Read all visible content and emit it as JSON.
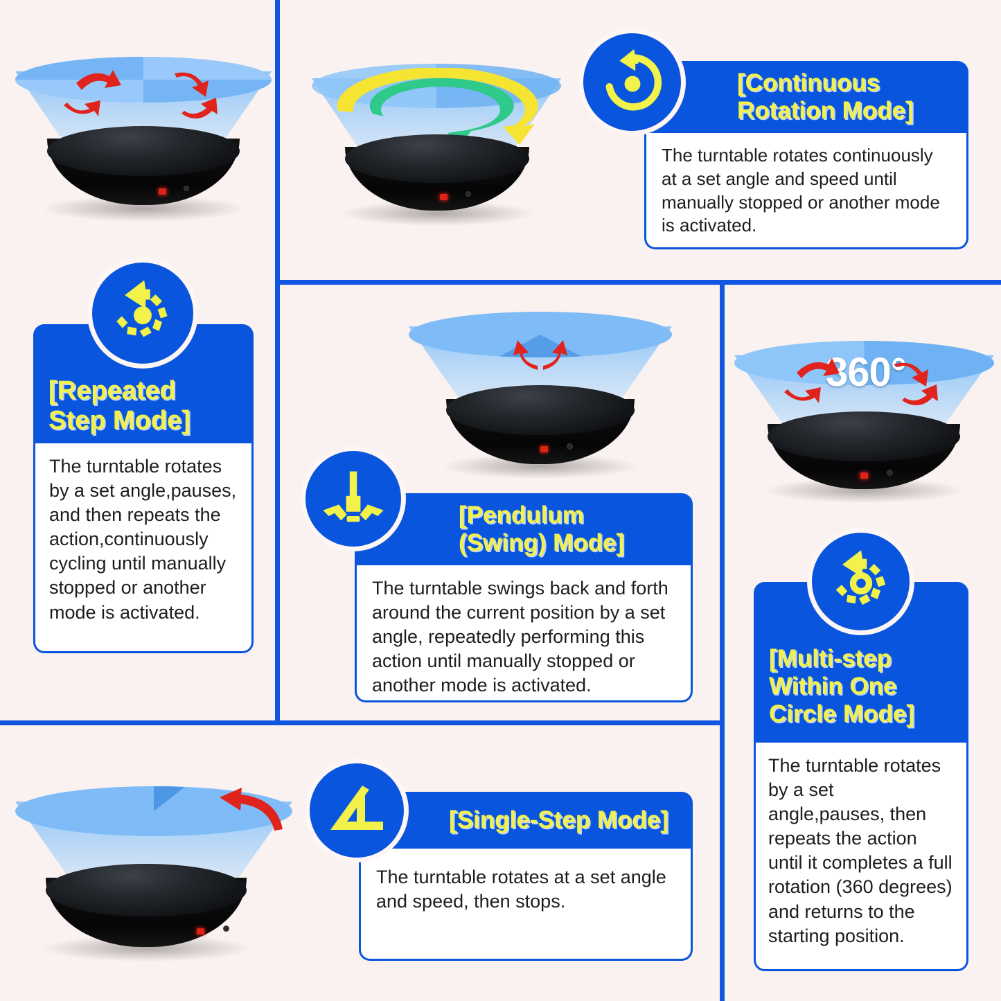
{
  "theme": {
    "background": "#faf2f0",
    "grid_line": "#1156e0",
    "card_blue": "#0a55dd",
    "title_yellow": "#f2f24a",
    "body_text": "#1d1d1d",
    "cone_blue": "#7fbcf7",
    "arrow_red": "#e0231c",
    "arrow_green": "#2fc98a",
    "arrow_yellow": "#f5e432"
  },
  "panels": {
    "quad_arrows": {
      "name": "four-red-arrows-turntable"
    },
    "circular_arrows": {
      "name": "green-yellow-circular-arrows-turntable"
    },
    "pendulum": {
      "name": "two-red-swing-arrows-turntable"
    },
    "full_circle": {
      "name": "360-degree-red-arrows-turntable",
      "label": "360°"
    },
    "single_step": {
      "name": "single-wedge-red-arrow-turntable"
    }
  },
  "cards": [
    {
      "id": "continuous-rotation",
      "icon": "continuous-rotation-icon",
      "title": "[Continuous\nRotation Mode]",
      "title_lines": [
        "[Continuous",
        "Rotation Mode]"
      ],
      "description": "The turntable rotates continuously at a set angle and speed until manually stopped or another mode is activated."
    },
    {
      "id": "repeated-step",
      "icon": "repeated-step-icon",
      "title": "[Repeated\nStep Mode]",
      "title_lines": [
        "[Repeated",
        "Step Mode]"
      ],
      "description": "The turntable rotates by a set angle,pauses, and then repeats the action,continuously cycling until manually stopped or another mode is activated."
    },
    {
      "id": "pendulum-swing",
      "icon": "pendulum-swing-icon",
      "title": "[Pendulum\n(Swing) Mode]",
      "title_lines": [
        "[Pendulum",
        "(Swing) Mode]"
      ],
      "description": "The turntable swings back and forth around the current position by a set angle, repeatedly performing this action until manually stopped or another mode is activated."
    },
    {
      "id": "multi-step-within-one-circle",
      "icon": "multi-step-circle-icon",
      "title": "[Multi-step\nWithin One\nCircle Mode]",
      "title_lines": [
        "[Multi-step",
        "Within One",
        "Circle Mode]"
      ],
      "description": "The turntable rotates by a set angle,pauses, then repeats the action until it completes a full rotation (360 degrees) and returns to the starting position."
    },
    {
      "id": "single-step",
      "icon": "angle-icon",
      "title": "[Single-Step Mode]",
      "title_lines": [
        "[Single-Step Mode]"
      ],
      "description": "The turntable rotates at a set angle and speed, then stops."
    }
  ]
}
